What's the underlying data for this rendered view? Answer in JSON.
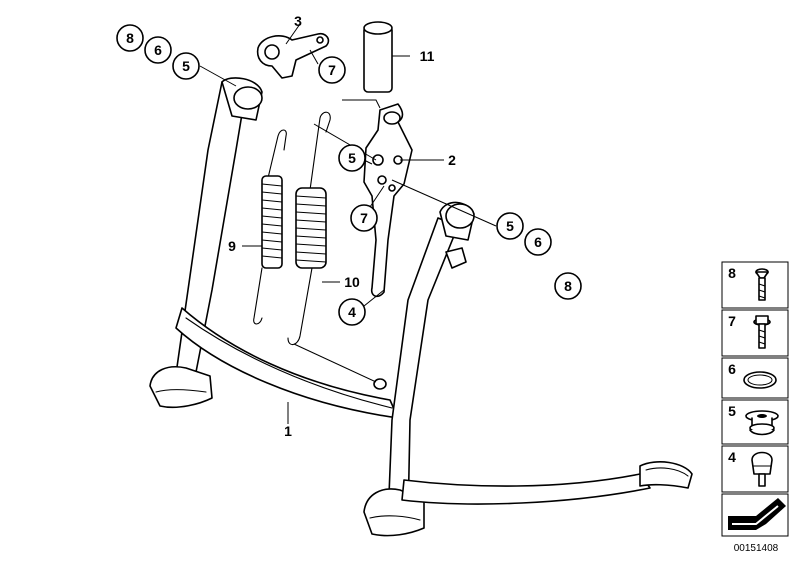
{
  "diagram": {
    "callouts": {
      "c8_top": "8",
      "c6_top": "6",
      "c5_top": "5",
      "c3": "3",
      "c7_top": "7",
      "c11": "11",
      "c5_mid": "5",
      "c2": "2",
      "c7_mid": "7",
      "c9": "9",
      "c5_right": "5",
      "c6_right": "6",
      "c8_right": "8",
      "c10": "10",
      "c4": "4",
      "c1": "1"
    },
    "legend": {
      "items": [
        "8",
        "7",
        "6",
        "5",
        "4"
      ]
    },
    "footer_id": "00151408"
  }
}
